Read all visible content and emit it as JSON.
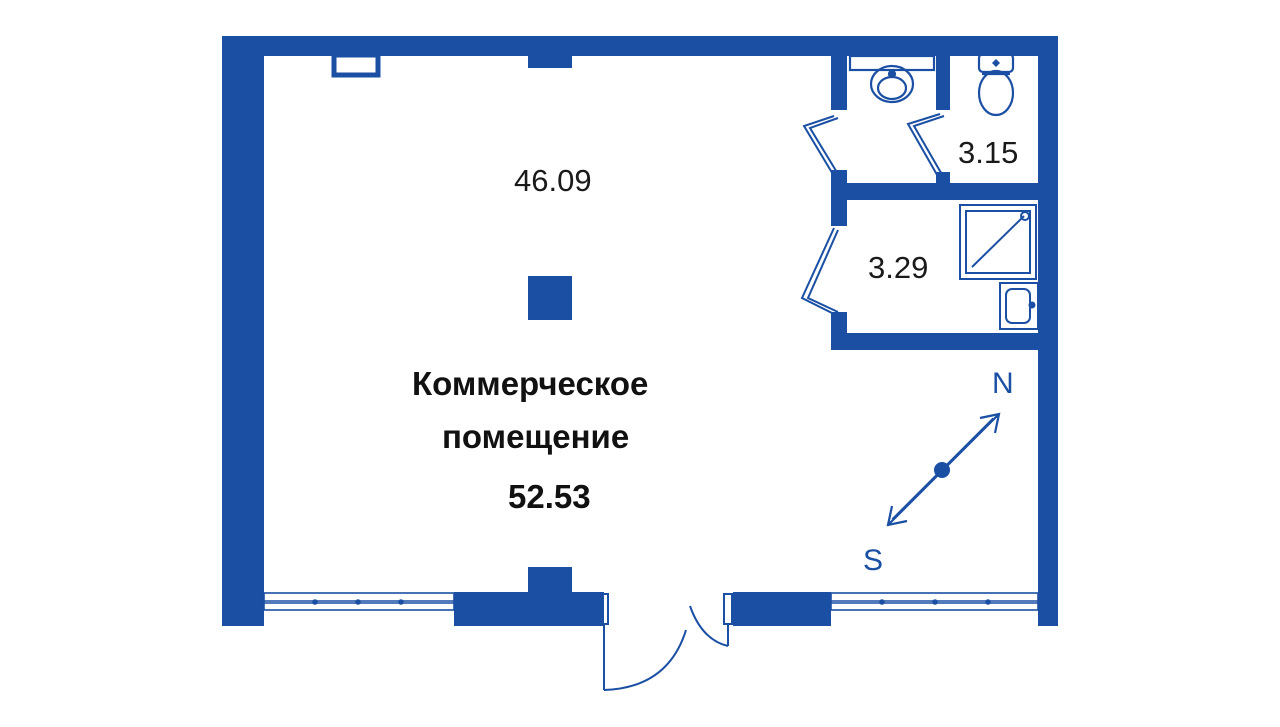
{
  "rooms": {
    "main_area": "46.09",
    "wc_area": "3.15",
    "bath_area": "3.29"
  },
  "title": {
    "line1": "Коммерческое",
    "line2": "помещение",
    "total_area": "52.53"
  },
  "compass": {
    "north": "N",
    "south": "S"
  },
  "colors": {
    "wall": "#1a4fa3",
    "background": "#ffffff",
    "text": "#111111"
  }
}
